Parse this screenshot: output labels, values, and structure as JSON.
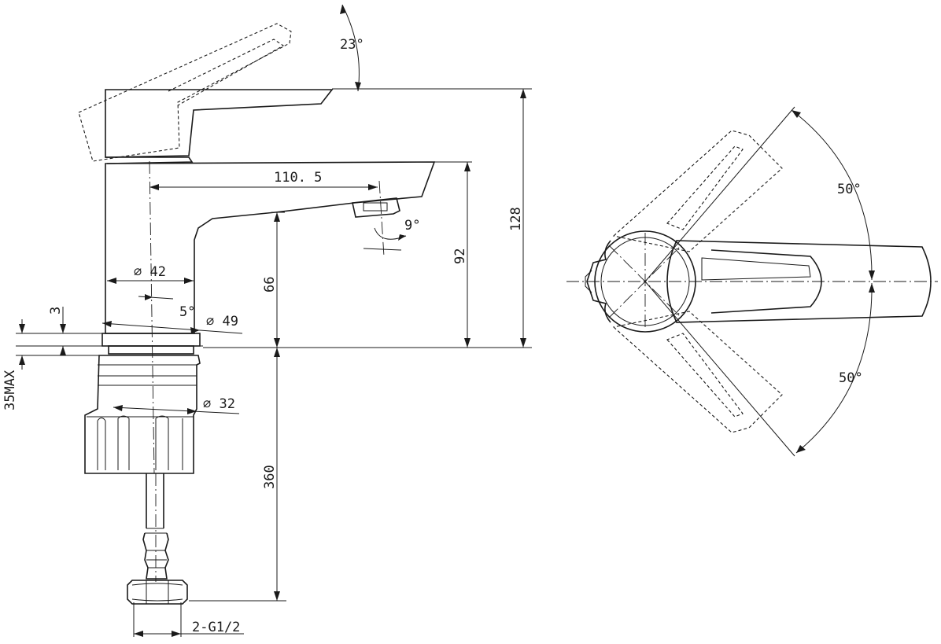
{
  "dimensions": {
    "handle_angle": "23°",
    "spout_reach": "110. 5",
    "aerator_angle": "9°",
    "height_total": "128",
    "height_spout": "92",
    "height_outlet": "66",
    "body_dia": "∅ 42",
    "taper_angle": "5°",
    "base_dia": "∅ 49",
    "base_thickness": "3",
    "deck_max": "35MAX",
    "shank_dia": "∅ 32",
    "hose_length": "360",
    "connection": "2-G1/2",
    "rotation_left": "50°",
    "rotation_right": "50°"
  }
}
